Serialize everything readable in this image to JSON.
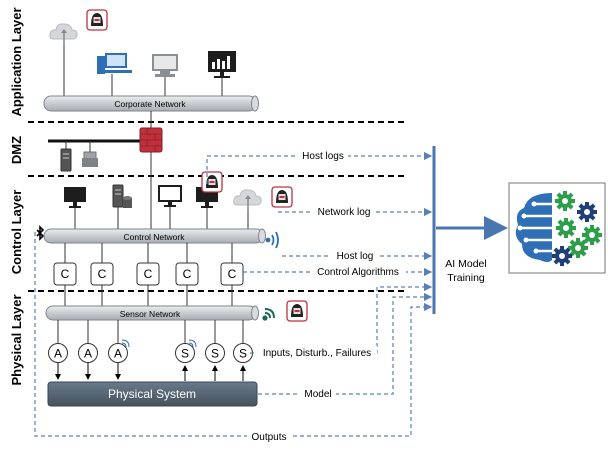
{
  "layers": {
    "application": "Application Layer",
    "dmz": "DMZ",
    "control": "Control Layer",
    "physical": "Physical Layer"
  },
  "networks": {
    "corporate": "Corporate Network",
    "control": "Control Network",
    "sensor": "Sensor Network"
  },
  "controllers": [
    "C",
    "C",
    "C",
    "C",
    "C"
  ],
  "actuators": [
    "A",
    "A",
    "A"
  ],
  "sensors": [
    "S",
    "S",
    "S"
  ],
  "physical_system": "Physical System",
  "flows": {
    "host_logs": "Host logs",
    "network_log": "Network log",
    "host_log": "Host log",
    "control_algorithms": "Control Algorithms",
    "inputs": "Inputs, Disturb., Failures",
    "model": "Model",
    "outputs": "Outputs"
  },
  "ai_model": {
    "line1": "AI Model",
    "line2": "Training"
  },
  "colors": {
    "dashed_arrow": "#5a80b8",
    "bus": "#4a76b0",
    "network_pipe": "#c8ccd0",
    "firewall": "#c0313b",
    "physical_system": "#4f5f6f",
    "brain_blue": "#2e6fb5",
    "gear_green": "#2e9e4a",
    "gear_navy": "#1e3f78"
  },
  "icons": [
    "cloud-icon",
    "hacker-icon",
    "desktop-icon",
    "workstation-icon",
    "analytics-icon",
    "firewall-icon",
    "server-icon",
    "monitor-icon",
    "bluetooth-icon",
    "wifi-icon",
    "ai-brain-icon"
  ]
}
